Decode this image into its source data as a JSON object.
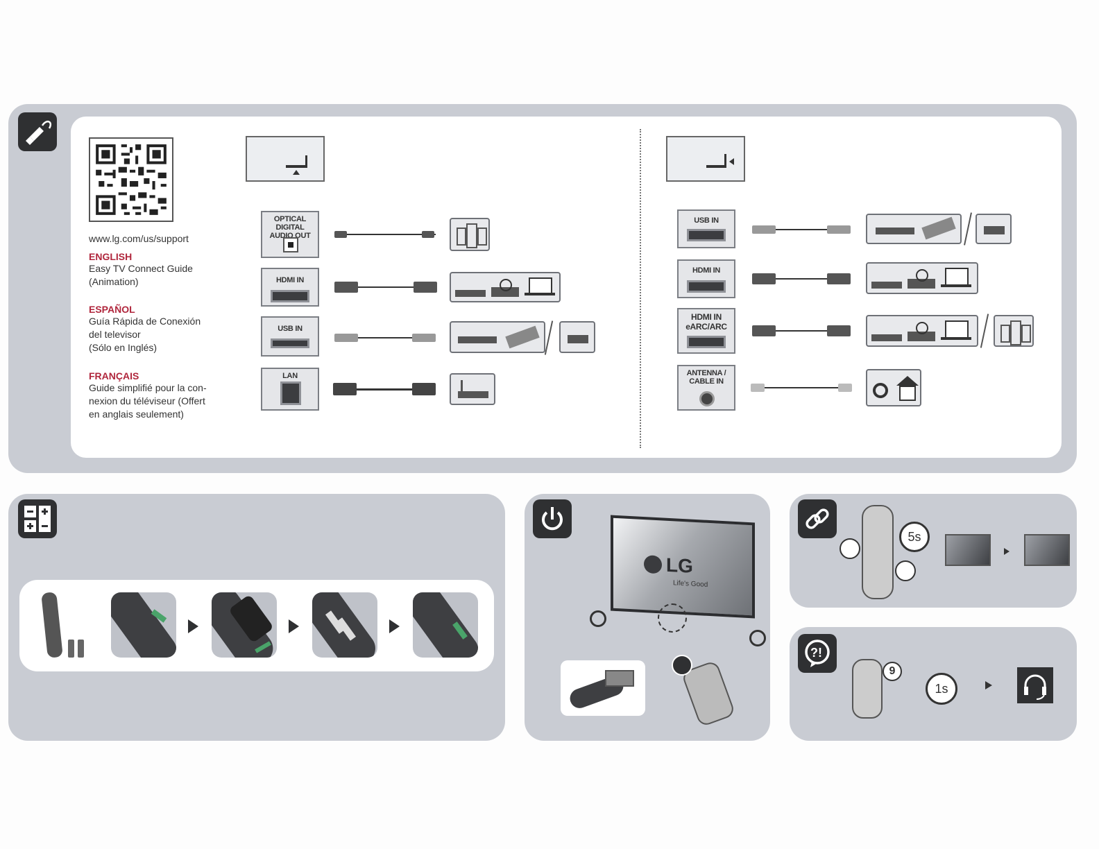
{
  "connect": {
    "url": "www.lg.com/us/support",
    "languages": [
      {
        "head": "ENGLISH",
        "lines": [
          "Easy TV Connect Guide",
          "(Animation)"
        ]
      },
      {
        "head": "ESPAÑOL",
        "lines": [
          "Guía Rápida de Conexión",
          "del televisor",
          "(Sólo en Inglés)"
        ]
      },
      {
        "head": "FRANÇAIS",
        "lines": [
          "Guide simplifié pour la con-",
          "nexion du téléviseur (Offert",
          "en anglais seulement)"
        ]
      }
    ],
    "left_ports": [
      {
        "line1": "OPTICAL DIGITAL",
        "line2": "AUDIO OUT"
      },
      {
        "line1": "HDMI IN",
        "line2": ""
      },
      {
        "line1": "USB IN",
        "line2": ""
      },
      {
        "line1": "LAN",
        "line2": ""
      }
    ],
    "right_ports": [
      {
        "line1": "USB IN",
        "line2": ""
      },
      {
        "line1": "HDMI IN",
        "line2": ""
      },
      {
        "line1": "HDMI IN",
        "line2": "eARC/ARC"
      },
      {
        "line1": "ANTENNA /",
        "line2": "CABLE IN"
      }
    ]
  },
  "power": {
    "logo": "LG",
    "tagline": "Life's Good"
  },
  "pairing": {
    "timer": "5s"
  },
  "support": {
    "button_number": "9",
    "timer": "1s"
  },
  "colors": {
    "accent": "#b0263c",
    "panel": "#c9ccd3",
    "tile": "#2f3032"
  }
}
